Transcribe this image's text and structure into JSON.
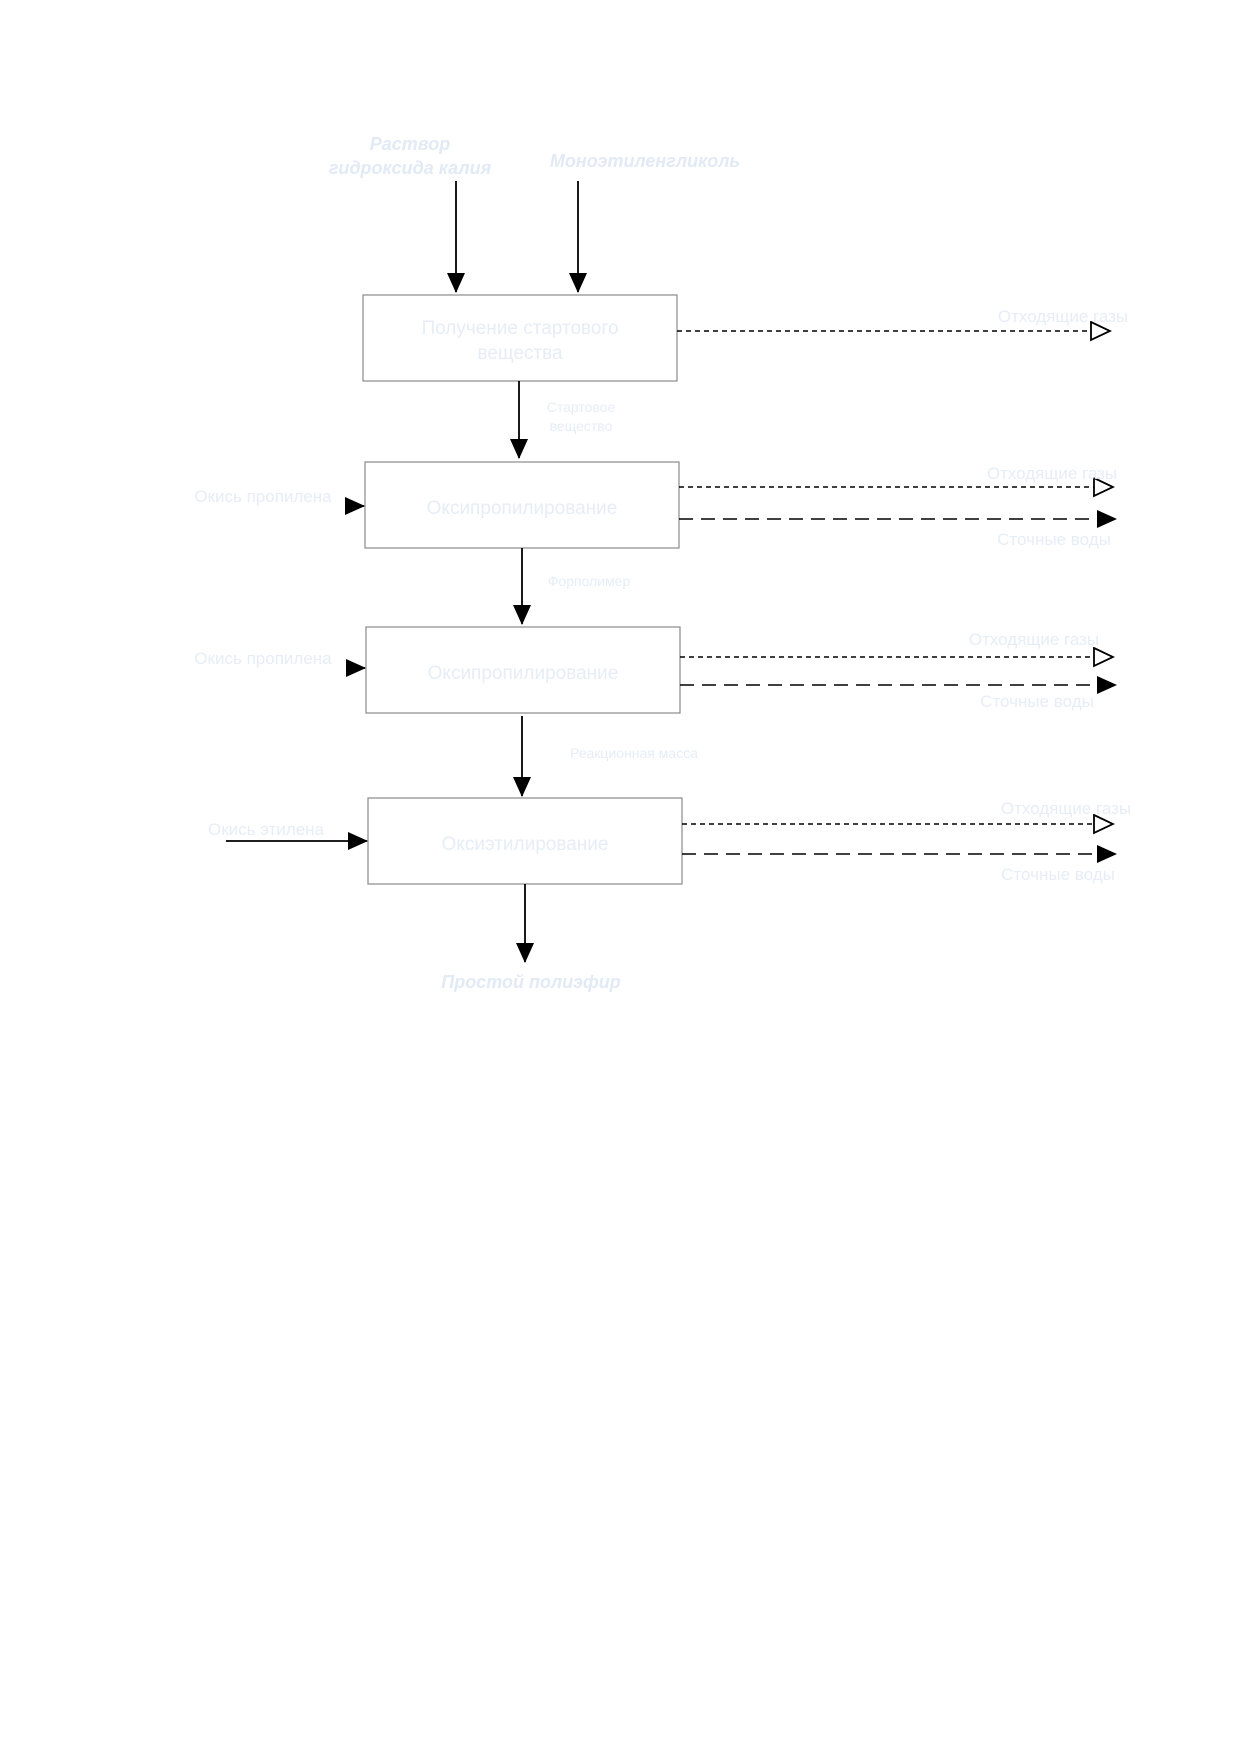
{
  "diagram": {
    "inputs_top": {
      "koh_line1": "Раствор",
      "koh_line2": "гидроксида калия",
      "meg": "Моноэтиленгликоль"
    },
    "blocks": [
      {
        "line1": "Получение стартового",
        "line2": "вещества"
      },
      {
        "line1": "Оксипропилирование"
      },
      {
        "line1": "Оксипропилирование"
      },
      {
        "line1": "Оксиэтилирование"
      }
    ],
    "flows_between": {
      "starter_line1": "Стартовое",
      "starter_line2": "вещество",
      "prepolymer": "Форполимер",
      "reaction_mass": "Реакционная масса"
    },
    "side_inputs": {
      "propylene_oxide_1": "Окись пропилена",
      "propylene_oxide_2": "Окись пропилена",
      "ethylene_oxide": "Окись этилена"
    },
    "outputs": {
      "gases_1": "Отходящие газы",
      "gases_2": "Отходящие газы",
      "wastewater_2": "Сточные воды",
      "gases_3": "Отходящие газы",
      "wastewater_3": "Сточные воды",
      "gases_4": "Отходящие газы",
      "wastewater_4": "Сточные воды"
    },
    "product": "Простой полиэфир"
  }
}
